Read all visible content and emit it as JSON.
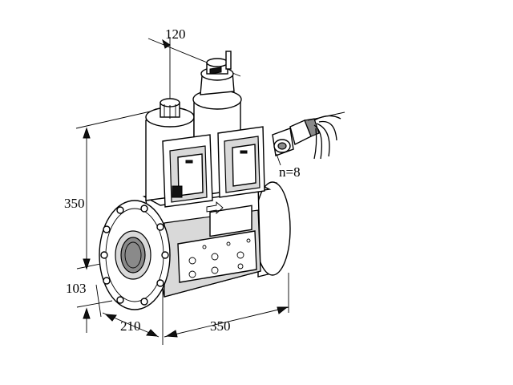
{
  "diagram": {
    "dimensions": {
      "top_width": "120",
      "height": "350",
      "flange_offset": "103",
      "depth": "210",
      "length": "350"
    },
    "cable_count_label": "n=8"
  },
  "colors": {
    "line": "#000000",
    "shade": "#d9d9d9",
    "dark": "#8a8a8a",
    "background": "#ffffff"
  }
}
